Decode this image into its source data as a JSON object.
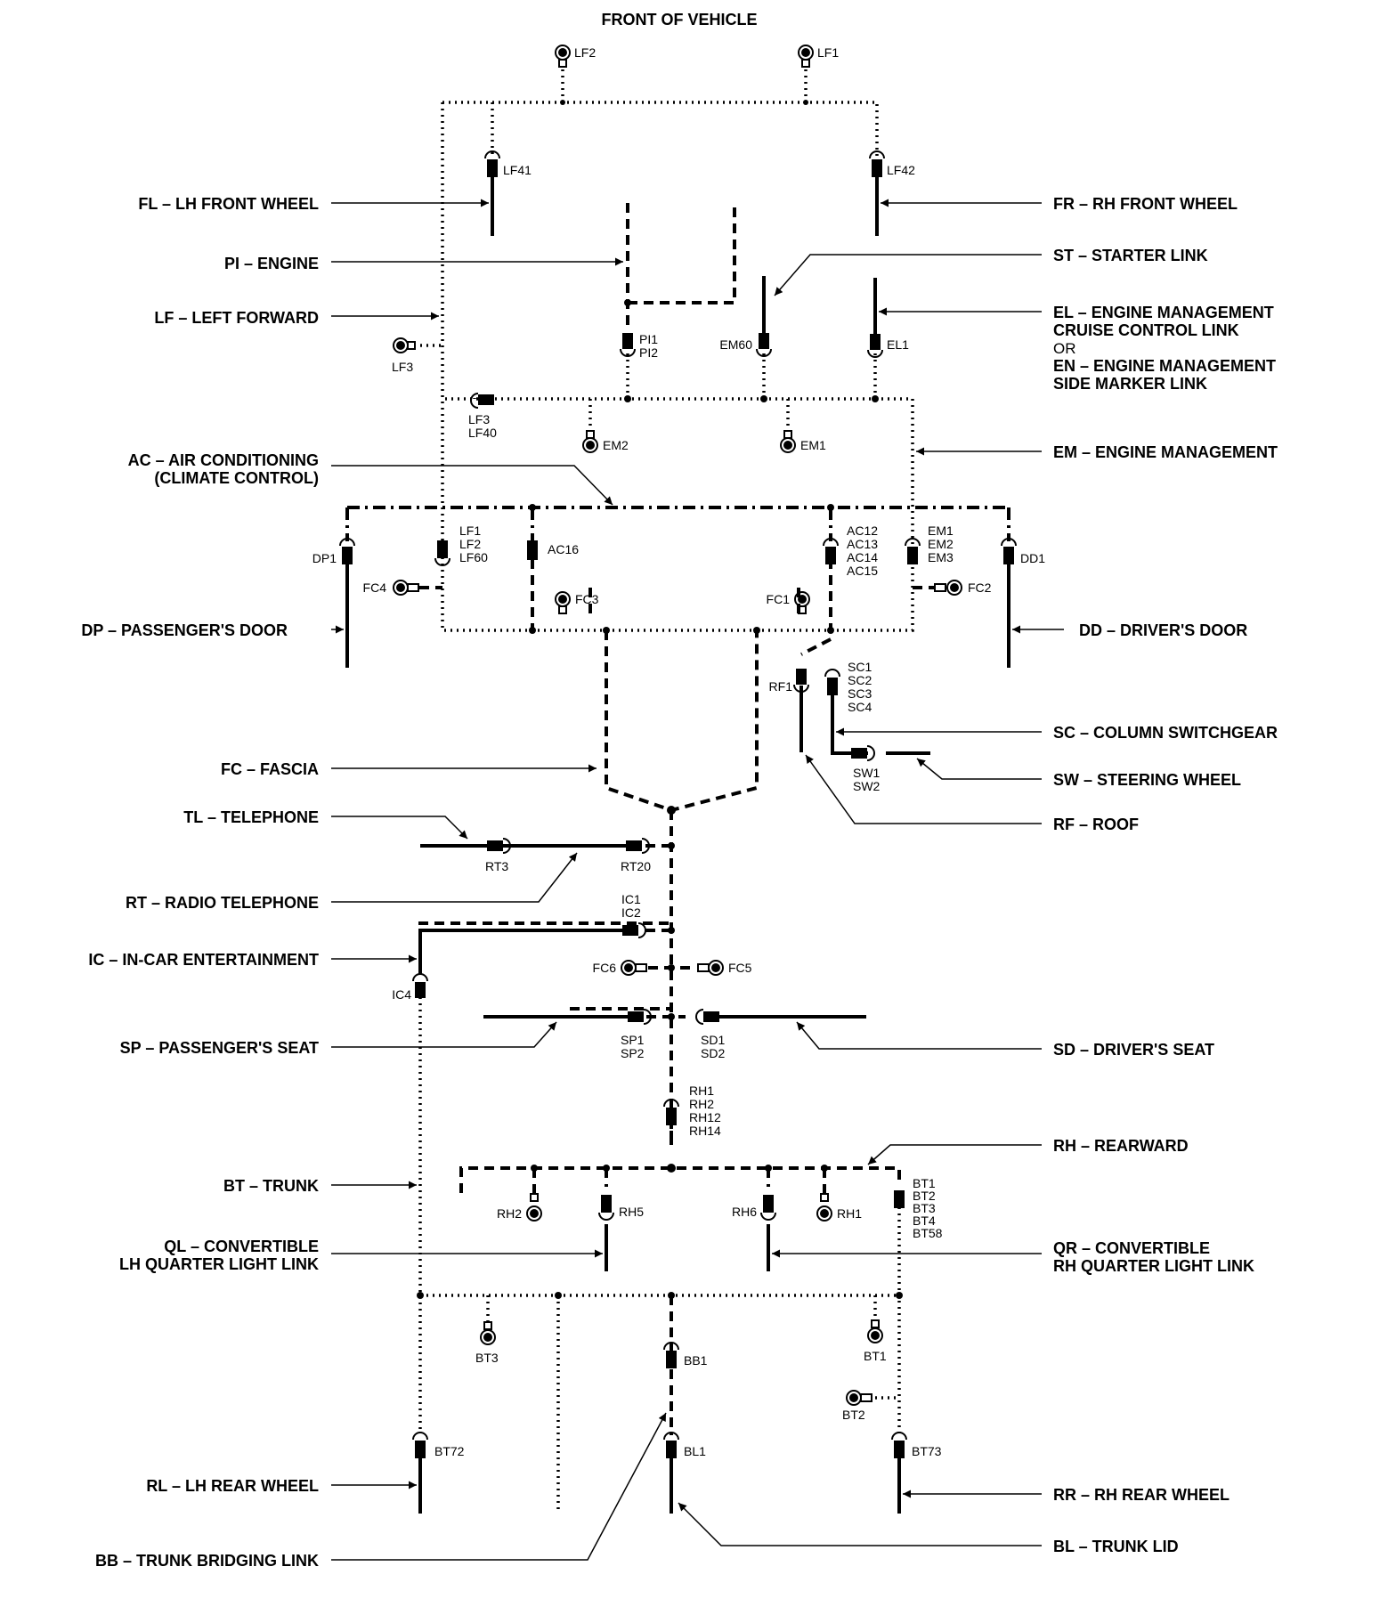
{
  "header": "FRONT OF VEHICLE",
  "labels": {
    "fl": "FL – LH FRONT WHEEL",
    "pi": "PI – ENGINE",
    "lf": "LF – LEFT FORWARD",
    "ac1": "AC – AIR CONDITIONING",
    "ac2": "(CLIMATE CONTROL)",
    "dp": "DP – PASSENGER'S DOOR",
    "fc": "FC – FASCIA",
    "tl": "TL – TELEPHONE",
    "rt": "RT – RADIO TELEPHONE",
    "ic": "IC – IN-CAR ENTERTAINMENT",
    "sp": "SP – PASSENGER'S SEAT",
    "bt": "BT – TRUNK",
    "ql1": "QL – CONVERTIBLE",
    "ql2": "LH QUARTER LIGHT LINK",
    "rl": "RL – LH REAR WHEEL",
    "bb": "BB – TRUNK BRIDGING LINK",
    "fr": "FR – RH FRONT WHEEL",
    "st": "ST – STARTER LINK",
    "el1": "EL – ENGINE MANAGEMENT",
    "el2": "CRUISE CONTROL LINK",
    "or": "OR",
    "en1": "EN – ENGINE MANAGEMENT",
    "en2": "SIDE MARKER LINK",
    "em": "EM – ENGINE MANAGEMENT",
    "dd": "DD – DRIVER'S DOOR",
    "sc": "SC – COLUMN SWITCHGEAR",
    "sw": "SW – STEERING WHEEL",
    "rf": "RF – ROOF",
    "sd": "SD – DRIVER'S SEAT",
    "rh": "RH – REARWARD",
    "qr1": "QR – CONVERTIBLE",
    "qr2": "RH QUARTER LIGHT LINK",
    "rr": "RR – RH REAR WHEEL",
    "bl": "BL – TRUNK LID"
  },
  "connectors": {
    "lf2": "LF2",
    "lf1": "LF1",
    "lf41": "LF41",
    "lf42": "LF42",
    "pi1": "PI1",
    "pi2": "PI2",
    "em60": "EM60",
    "el1": "EL1",
    "lf3": "LF3",
    "lf3b": "LF3",
    "lf40": "LF40",
    "em2": "EM2",
    "em1": "EM1",
    "lf1b": "LF1",
    "lf2b": "LF2",
    "lf60": "LF60",
    "ac16": "AC16",
    "ac12": "AC12",
    "ac13": "AC13",
    "ac14": "AC14",
    "ac15": "AC15",
    "em1b": "EM1",
    "em2b": "EM2",
    "em3": "EM3",
    "dp1": "DP1",
    "dd1": "DD1",
    "fc4": "FC4",
    "fc2": "FC2",
    "fc3": "FC3",
    "fc1": "FC1",
    "rf1": "RF1",
    "sc1": "SC1",
    "sc2": "SC2",
    "sc3": "SC3",
    "sc4": "SC4",
    "sw1": "SW1",
    "sw2": "SW2",
    "rt3": "RT3",
    "rt20": "RT20",
    "ic1": "IC1",
    "ic2": "IC2",
    "ic4": "IC4",
    "fc6": "FC6",
    "fc5": "FC5",
    "sp1": "SP1",
    "sp2": "SP2",
    "sd1": "SD1",
    "sd2": "SD2",
    "rh1": "RH1",
    "rh2": "RH2",
    "rh12": "RH12",
    "rh14": "RH14",
    "rh2b": "RH2",
    "rh5": "RH5",
    "rh6": "RH6",
    "rh1b": "RH1",
    "bt1": "BT1",
    "bt2": "BT2",
    "bt3": "BT3",
    "bt4": "BT4",
    "bt58": "BT58",
    "bt3b": "BT3",
    "bb1": "BB1",
    "bt1b": "BT1",
    "bt2b": "BT2",
    "bt72": "BT72",
    "bl1": "BL1",
    "bt73": "BT73"
  }
}
